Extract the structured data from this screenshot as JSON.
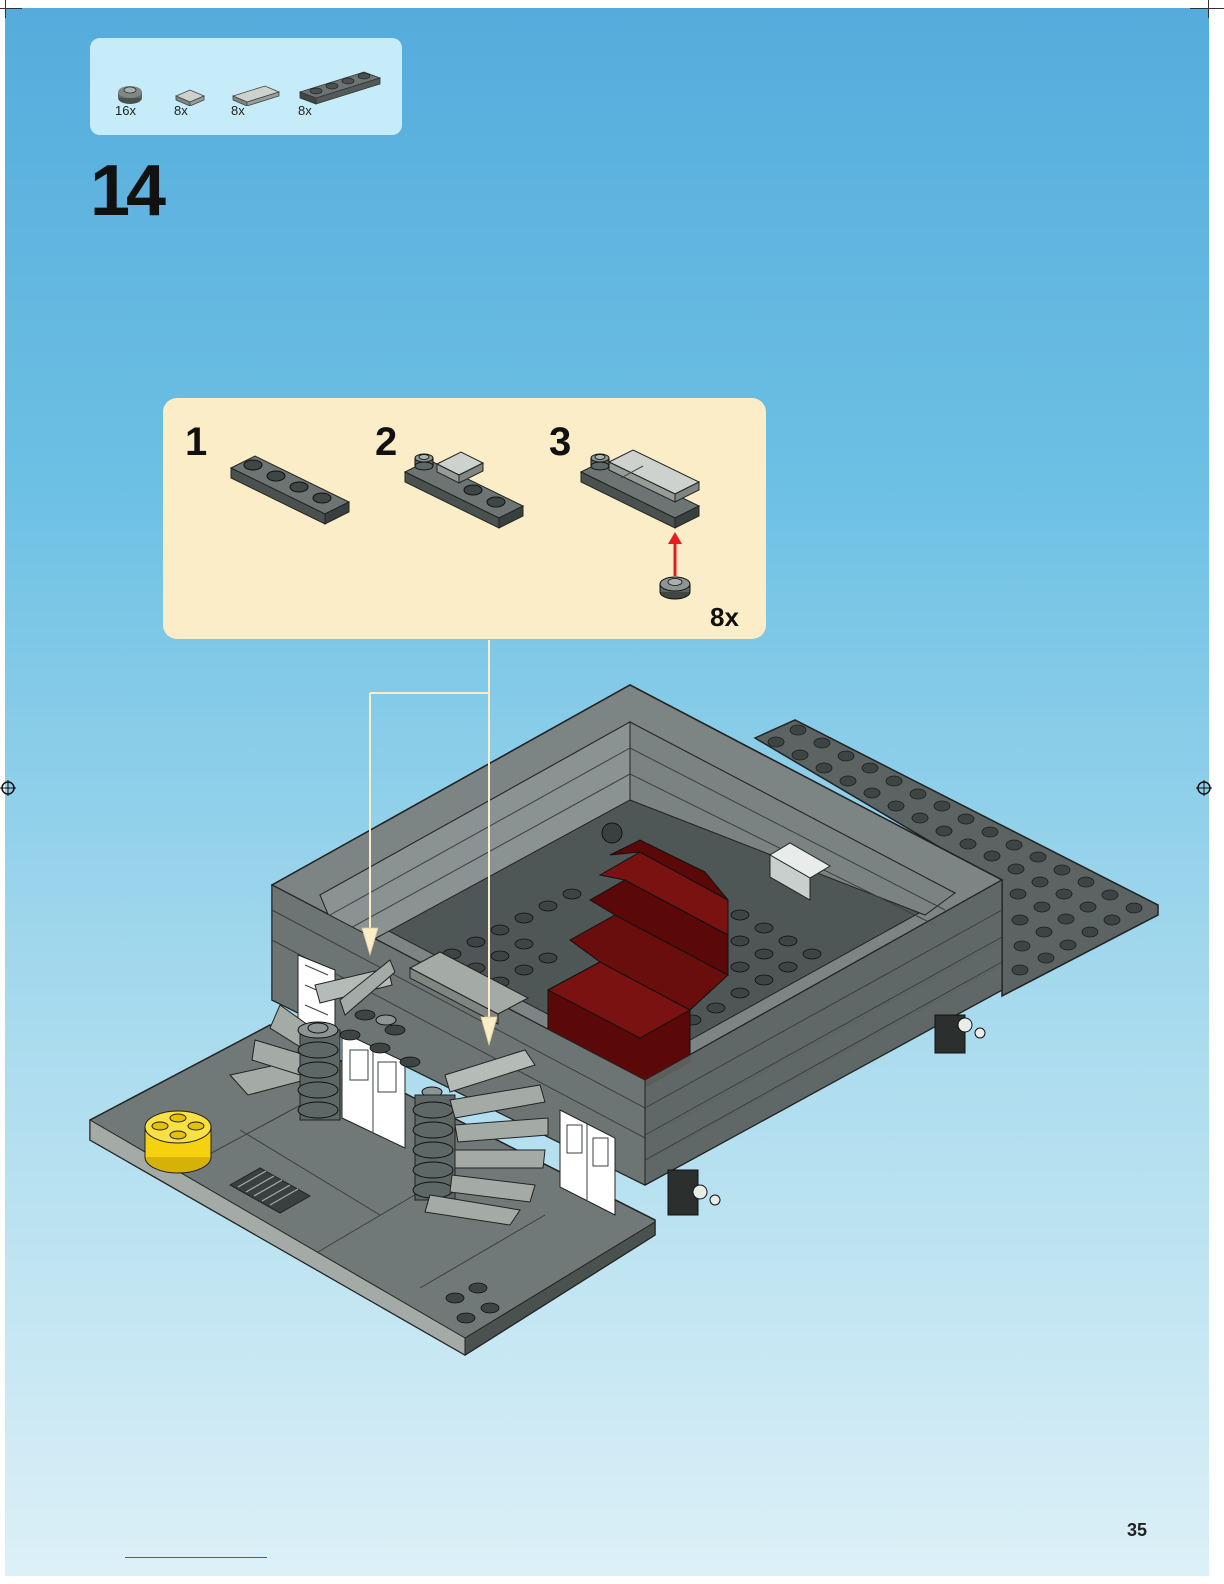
{
  "parts_list": [
    {
      "name": "round-plate-1x1",
      "color": "#5d6765",
      "quantity": "16x"
    },
    {
      "name": "tile-1x1",
      "color": "#a4aaa6",
      "quantity": "8x"
    },
    {
      "name": "tile-1x2",
      "color": "#a4aaa6",
      "quantity": "8x"
    },
    {
      "name": "plate-1x4",
      "color": "#5d6765",
      "quantity": "8x"
    }
  ],
  "step": {
    "number": "14"
  },
  "callout": {
    "substeps": [
      {
        "label": "1"
      },
      {
        "label": "2"
      },
      {
        "label": "3"
      }
    ],
    "quantity": "8x"
  },
  "colors": {
    "dark_bluish_gray": "#5d6765",
    "light_bluish_gray": "#a4aaa6",
    "dark_red": "#6a0d0d",
    "yellow": "#f5d10f",
    "arrow_red": "#e41e20",
    "callout_bg": "#fbedc7",
    "parts_bg": "#c6ecfa"
  },
  "page": {
    "number": "35"
  }
}
